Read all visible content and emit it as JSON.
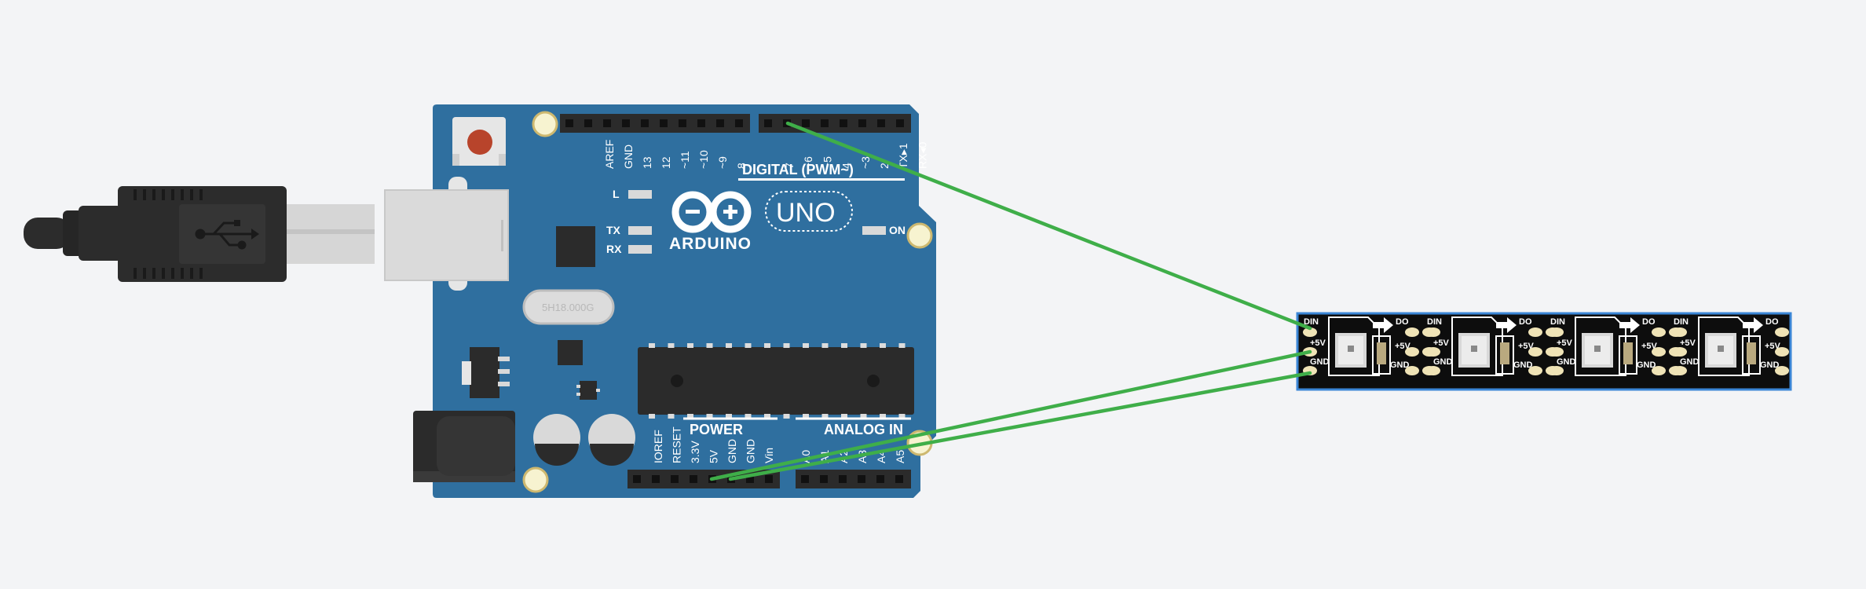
{
  "canvas": {
    "background": "#f3f4f6"
  },
  "colors": {
    "board": "#2f6f9f",
    "board_dark": "#265b83",
    "header": "#2b2b2b",
    "wire": "#3fae49",
    "strip": "#0d0d0d",
    "strip_border": "#3b86d6",
    "pad": "#efe3b6",
    "cable": "#2c2c2c",
    "usb_metal": "#d6d6d6"
  },
  "board": {
    "brand": "ARDUINO",
    "model": "UNO",
    "digital_header": "DIGITAL (PWM~)",
    "power_header": "POWER",
    "analog_header": "ANALOG IN",
    "led_l": "L",
    "led_tx": "TX",
    "led_rx": "RX",
    "led_on": "ON",
    "crystal": "5H18.000G",
    "digital_pins": [
      "AREF",
      "GND",
      "13",
      "12",
      "~11",
      "~10",
      "~9",
      "8",
      "7",
      "~6",
      "~5",
      "4",
      "~3",
      "2",
      "TX▸1",
      "RX◂0"
    ],
    "power_pins": [
      "IOREF",
      "RESET",
      "3.3V",
      "5V",
      "GND",
      "GND",
      "Vin"
    ],
    "analog_pins": [
      "A0",
      "A1",
      "A2",
      "A3",
      "A4",
      "A5"
    ]
  },
  "strip": {
    "labels": {
      "din": "DIN",
      "do": "DO",
      "vcc": "+5V",
      "gnd": "GND"
    },
    "segments": 4
  },
  "icons": {
    "usb_logo": "usb-icon",
    "reset": "reset-button-icon",
    "arrow": "arrow-right-icon"
  }
}
